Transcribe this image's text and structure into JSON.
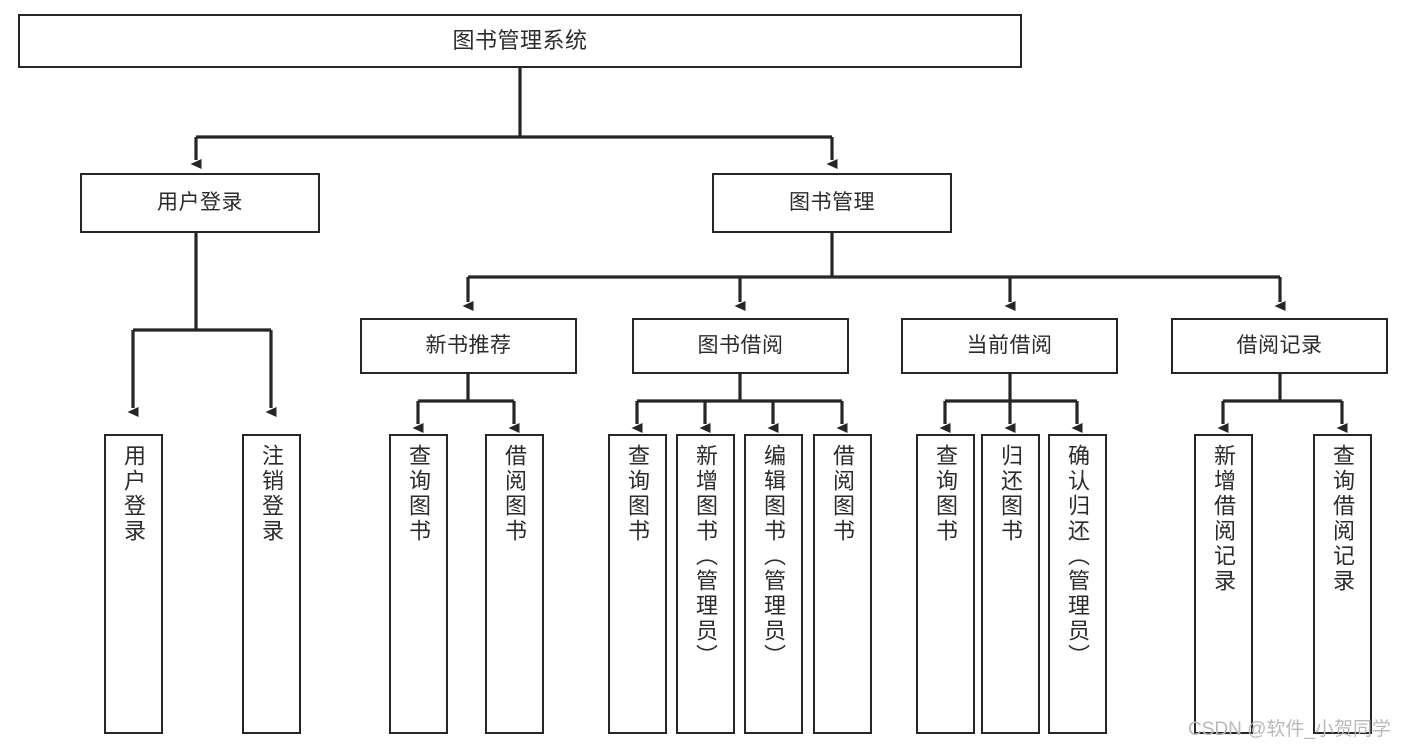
{
  "diagram": {
    "type": "tree",
    "title": "图书管理系统",
    "watermark": "CSDN @软件_小贺同学",
    "colors": {
      "box_border": "#262626",
      "box_fill": "#ffffff",
      "text": "#2b2b2b",
      "connector": "#262626",
      "watermark": "#b9b9b9",
      "background": "#ffffff"
    },
    "nodes": {
      "root": {
        "label": "图书管理系统"
      },
      "level2": [
        {
          "label": "用户登录"
        },
        {
          "label": "图书管理"
        }
      ],
      "level3": [
        {
          "label": "新书推荐"
        },
        {
          "label": "图书借阅"
        },
        {
          "label": "当前借阅"
        },
        {
          "label": "借阅记录"
        }
      ],
      "leaves": {
        "user_login": [
          {
            "label": "用户登录"
          },
          {
            "label": "注销登录"
          }
        ],
        "new_book_recommend": [
          {
            "label": "查询图书"
          },
          {
            "label": "借阅图书"
          }
        ],
        "book_borrow": [
          {
            "label": "查询图书"
          },
          {
            "label": "新增图书（管理员）"
          },
          {
            "label": "编辑图书（管理员）"
          },
          {
            "label": "借阅图书"
          }
        ],
        "current_borrow": [
          {
            "label": "查询图书"
          },
          {
            "label": "归还图书"
          },
          {
            "label": "确认归还（管理员）"
          }
        ],
        "borrow_records": [
          {
            "label": "新增借阅记录"
          },
          {
            "label": "查询借阅记录"
          }
        ]
      }
    }
  }
}
